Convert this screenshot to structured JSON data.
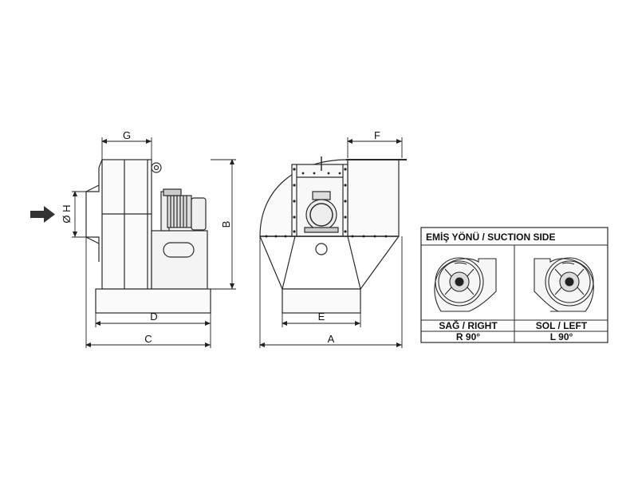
{
  "dimensions": {
    "G": "G",
    "F": "F",
    "H": "Ø H",
    "B": "B",
    "D": "D",
    "C": "C",
    "E": "E",
    "A": "A"
  },
  "suction_table": {
    "title": "EMİŞ YÖNÜ / SUCTION SIDE",
    "right_label": "SAĞ / RIGHT",
    "right_angle": "R 90°",
    "left_label": "SOL / LEFT",
    "left_angle": "L 90°"
  },
  "colors": {
    "line": "#2a2a2a",
    "arrow": "#333333",
    "fill_light": "#f2f2f2",
    "fill_mid": "#dcdcdc"
  }
}
